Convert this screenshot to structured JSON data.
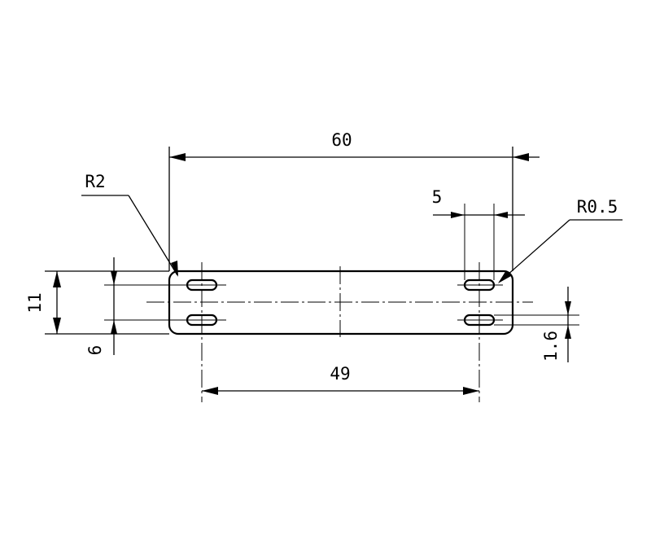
{
  "drawing": {
    "dimensions": {
      "overall_length": "60",
      "hole_spacing": "49",
      "slot_length": "5",
      "plate_height": "11",
      "hole_pitch": "6",
      "slot_width": "1.6",
      "corner_radius": "R2",
      "slot_radius": "R0.5"
    }
  }
}
